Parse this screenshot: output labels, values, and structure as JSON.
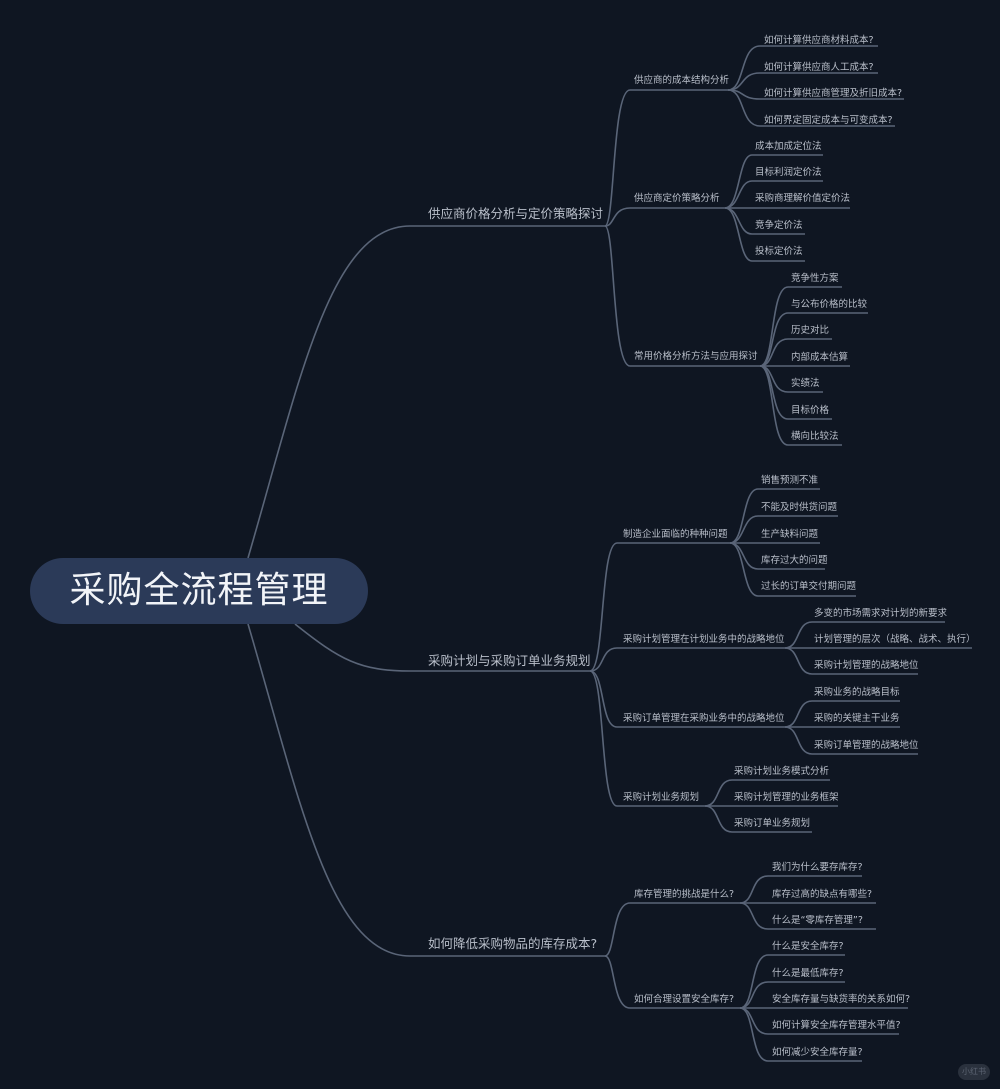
{
  "colors": {
    "background": "#0f1622",
    "line": "#5a6578",
    "text": "#b9bfca",
    "root_fill": "#2b3a58",
    "root_text": "#f2f4f8"
  },
  "root": {
    "label": "采购全流程管理"
  },
  "branches": [
    {
      "label": "供应商价格分析与定价策略探讨",
      "children": [
        {
          "label": "供应商的成本结构分析",
          "children": [
            "如何计算供应商材料成本?",
            "如何计算供应商人工成本?",
            "如何计算供应商管理及折旧成本?",
            "如何界定固定成本与可变成本?"
          ]
        },
        {
          "label": "供应商定价策略分析",
          "children": [
            "成本加成定位法",
            "目标利润定价法",
            "采购商理解价值定价法",
            "竞争定价法",
            "投标定价法"
          ]
        },
        {
          "label": "常用价格分析方法与应用探讨",
          "children": [
            "竞争性方案",
            "与公布价格的比较",
            "历史对比",
            "内部成本估算",
            "实绩法",
            "目标价格",
            "横向比较法"
          ]
        }
      ]
    },
    {
      "label": "采购计划与采购订单业务规划",
      "children": [
        {
          "label": "制造企业面临的种种问题",
          "children": [
            "销售预测不准",
            "不能及时供货问题",
            "生产缺料问题",
            "库存过大的问题",
            "过长的订单交付期问题"
          ]
        },
        {
          "label": "采购计划管理在计划业务中的战略地位",
          "children": [
            "多变的市场需求对计划的新要求",
            "计划管理的层次（战略、战术、执行）",
            "采购计划管理的战略地位"
          ]
        },
        {
          "label": "采购订单管理在采购业务中的战略地位",
          "children": [
            "采购业务的战略目标",
            "采购的关键主干业务",
            "采购订单管理的战略地位"
          ]
        },
        {
          "label": "采购计划业务规划",
          "children": [
            "采购计划业务模式分析",
            "采购计划管理的业务框架",
            "采购订单业务规划"
          ]
        }
      ]
    },
    {
      "label": "如何降低采购物品的库存成本?",
      "children": [
        {
          "label": "库存管理的挑战是什么?",
          "children": [
            "我们为什么要存库存?",
            "库存过高的缺点有哪些?",
            "什么是“零库存管理”?"
          ]
        },
        {
          "label": "如何合理设置安全库存?",
          "children": [
            "什么是安全库存?",
            "什么是最低库存?",
            "安全库存量与缺货率的关系如何?",
            "如何计算安全库存管理水平值?",
            "如何减少安全库存量?"
          ]
        }
      ]
    }
  ],
  "watermark": "小红书"
}
